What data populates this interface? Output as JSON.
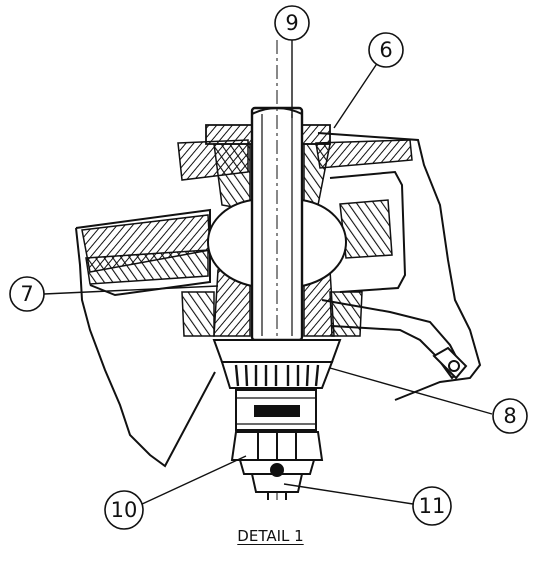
{
  "diagram": {
    "callouts": [
      {
        "id": "c9",
        "label": "9"
      },
      {
        "id": "c6",
        "label": "6"
      },
      {
        "id": "c7",
        "label": "7"
      },
      {
        "id": "c8",
        "label": "8"
      },
      {
        "id": "c10",
        "label": "10"
      },
      {
        "id": "c11",
        "label": "11"
      }
    ],
    "caption": "DETAIL 1",
    "line_color": "#111111"
  }
}
